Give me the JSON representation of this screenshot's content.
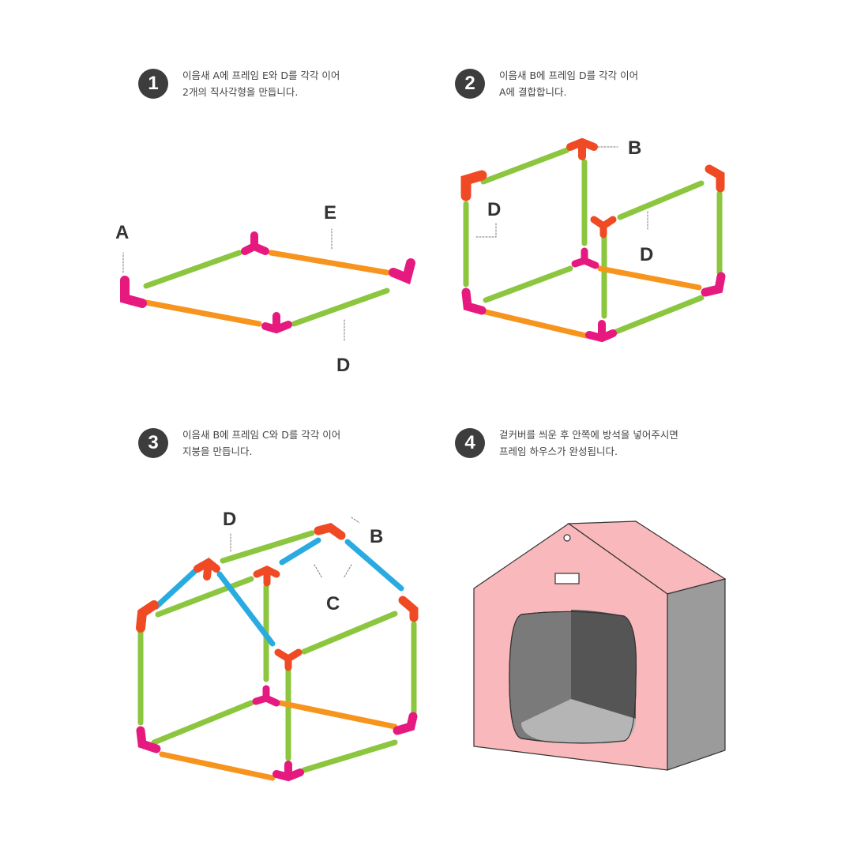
{
  "steps": [
    {
      "number": "1",
      "line1": "이음새 A에 프레임 E와 D를 각각 이어",
      "line2": "2개의 직사각형을 만듭니다."
    },
    {
      "number": "2",
      "line1": "이음새 B에 프레임 D를 각각 이어",
      "line2": "A에 결합합니다."
    },
    {
      "number": "3",
      "line1": "이음새 B에 프레임 C와 D를 각각 이어",
      "line2": "지붕을 만듭니다."
    },
    {
      "number": "4",
      "line1": "겉커버를 씌운 후 안쪽에 방석을 넣어주시면",
      "line2": "프레임 하우스가 완성됩니다."
    }
  ],
  "labels": {
    "p1_a": "A",
    "p1_e": "E",
    "p1_d": "D",
    "p2_b": "B",
    "p2_d1": "D",
    "p2_d2": "D",
    "p3_d": "D",
    "p3_b": "B",
    "p3_c": "C"
  },
  "colors": {
    "green": "#8cc63f",
    "orange": "#f7941d",
    "pink": "#e6197f",
    "red": "#ef4a24",
    "blue": "#29abe2",
    "house_pink": "#f9b8bb",
    "house_gray": "#9b9b9b"
  }
}
